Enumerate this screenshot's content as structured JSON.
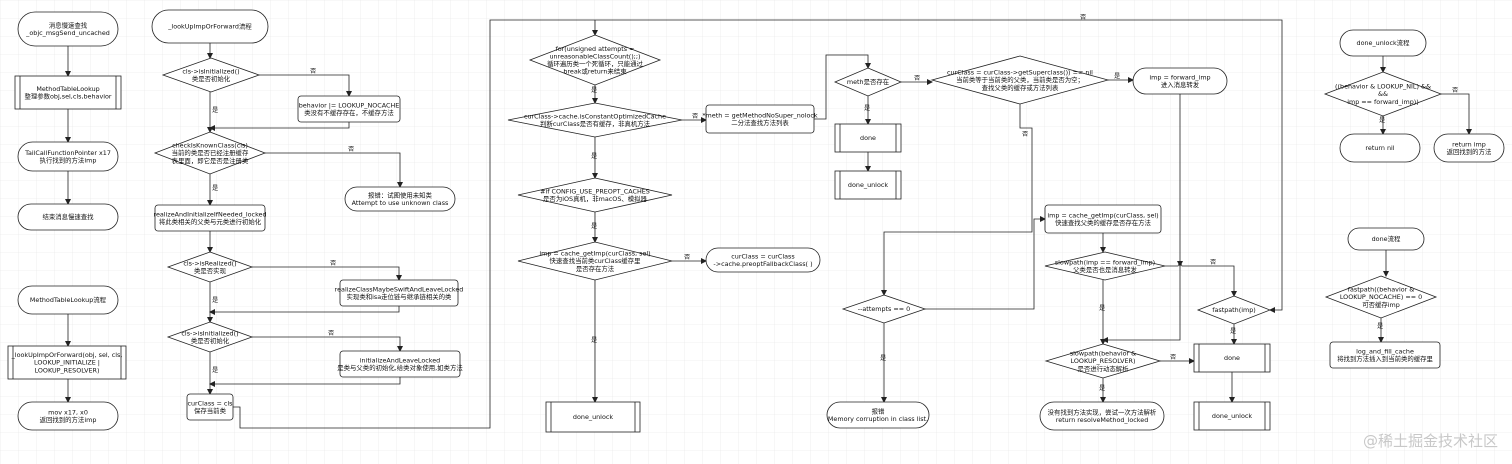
{
  "nodes": {
    "a_start": [
      "消息慢速查找",
      "_objc_msgSend_uncached"
    ],
    "a_mtl": [
      "MethodTableLookup",
      "整理参数obj,sel,cls,behavior"
    ],
    "a_tail": [
      "TailCallFunctionPointer x17",
      "执行找到的方法imp"
    ],
    "a_end": [
      "结束消息慢速查找"
    ],
    "b_start": [
      "MethodTableLookup流程"
    ],
    "b_call": [
      "_lookUpImpOrForward(obj, sel, cls,",
      "LOOKUP_INITIALIZE |",
      "LOOKUP_RESOLVER)"
    ],
    "b_mov": [
      "mov          x17, x0",
      "返回找到的方法imp"
    ],
    "c_start": [
      "_lookUpImpOrForward流程"
    ],
    "c_init1": [
      "cls->isInitialized()",
      "类是否初始化"
    ],
    "c_nocache": [
      "behavior |= LOOKUP_NOCACHE",
      "类没有不缓存存在，不缓存方法"
    ],
    "c_known": [
      "checkIsKnownClass(cls)",
      "当前的类是否已经注册缓存",
      "表里面，即它是否是注册类"
    ],
    "c_error": [
      "报错：试图使用未知类",
      "Attempt to use unknown class"
    ],
    "c_realize": [
      "realizeAndInitializeIfNeeded_locked",
      "将此类相关的父类与元类进行初始化"
    ],
    "c_realized": [
      "cls->isRealized()",
      "类是否实现"
    ],
    "c_swift": [
      "realizeClassMaybeSwiftAndLeaveLocked",
      "实现类和isa走位链与继承链相关的类"
    ],
    "c_init2": [
      "cls->isInitialized()",
      "类是否初始化"
    ],
    "c_initleave": [
      "initializeAndLeaveLocked",
      "是类与父类的初始化,给类对象使用,如类方法"
    ],
    "c_curclass": [
      "curClass = cls",
      "保存当前类"
    ],
    "d_for": [
      "for(unsigned attempts =",
      "unreasonableClassCount();;)",
      "循环遍历类一个死循环，只能通过",
      "break或return来结束"
    ],
    "d_opt": [
      "curClass->cache.isConstantOptimizedCache",
      "判断curClass是否有缓存，非真机方法"
    ],
    "d_getmeth": [
      "*meth = getMethodNoSuper_nolock",
      "二分法查找方法列表"
    ],
    "d_preopt": [
      "#if CONFIG_USE_PREOPT_CACHES",
      "是否为iOS真机，非macOS、模拟器"
    ],
    "d_cacheimp": [
      "imp = cache_getImp(curClass, sel)",
      "快速查找当前类curClass缓存里",
      "是否存在方法"
    ],
    "d_fallback": [
      "curClass = curClass",
      "->cache.preoptFallbackClass( )"
    ],
    "d_done_unlock": [
      "done_unlock"
    ],
    "e_meth": [
      "meth是否存在"
    ],
    "e_done": [
      "done"
    ],
    "e_done_unlock": [
      "done_unlock"
    ],
    "e_super": [
      "curClass = curClass->getSuperclass()) == nil",
      "当前类等于当前类的父类，当前类是否为空；",
      "查找父类的缓存或方法列表"
    ],
    "e_attempts": [
      "--attempts == 0"
    ],
    "e_report": [
      "报错",
      "Memory corruption in class list."
    ],
    "f_forward": [
      "imp = forward_imp",
      "进入消息转发"
    ],
    "f_getimp": [
      "imp = cache_getImp(curClass, sel)",
      "快速查找父类的缓存是否存在方法"
    ],
    "f_slow1": [
      "slowpath(imp == forward_imp)",
      "父类是否也是消息转发"
    ],
    "f_resolver": [
      "slowpath(behavior &",
      "LOOKUP_RESOLVER)",
      "是否进行动态解析"
    ],
    "f_resolve": [
      "没有找到方法实现，尝试一次方法解析",
      "return resolveMethod_locked"
    ],
    "g_fast": [
      "fastpath(imp)"
    ],
    "g_done": [
      "done"
    ],
    "g_done_unlock": [
      "done_unlock"
    ],
    "h_start": [
      "done_unlock流程"
    ],
    "h_cond": [
      "((behavior & LOOKUP_NIL) &&",
      "&&",
      "imp == forward_imp))"
    ],
    "h_nil": [
      "return nil"
    ],
    "h_imp": [
      "return imp",
      "返回找到的方法"
    ],
    "i_start": [
      "done流程"
    ],
    "i_cond": [
      "fastpath((behavior &",
      "LOOKUP_NOCACHE) == 0",
      "可否缓存imp"
    ],
    "i_fill": [
      "log_and_fill_cache",
      "将找到方法插入到当前类的缓存里"
    ]
  },
  "labels": {
    "yes": "是",
    "no": "否"
  },
  "watermark": "@稀土掘金技术社区",
  "colors": {
    "line": "#222222",
    "grid": "#e4e4e4",
    "node_fill": "#ffffff"
  }
}
